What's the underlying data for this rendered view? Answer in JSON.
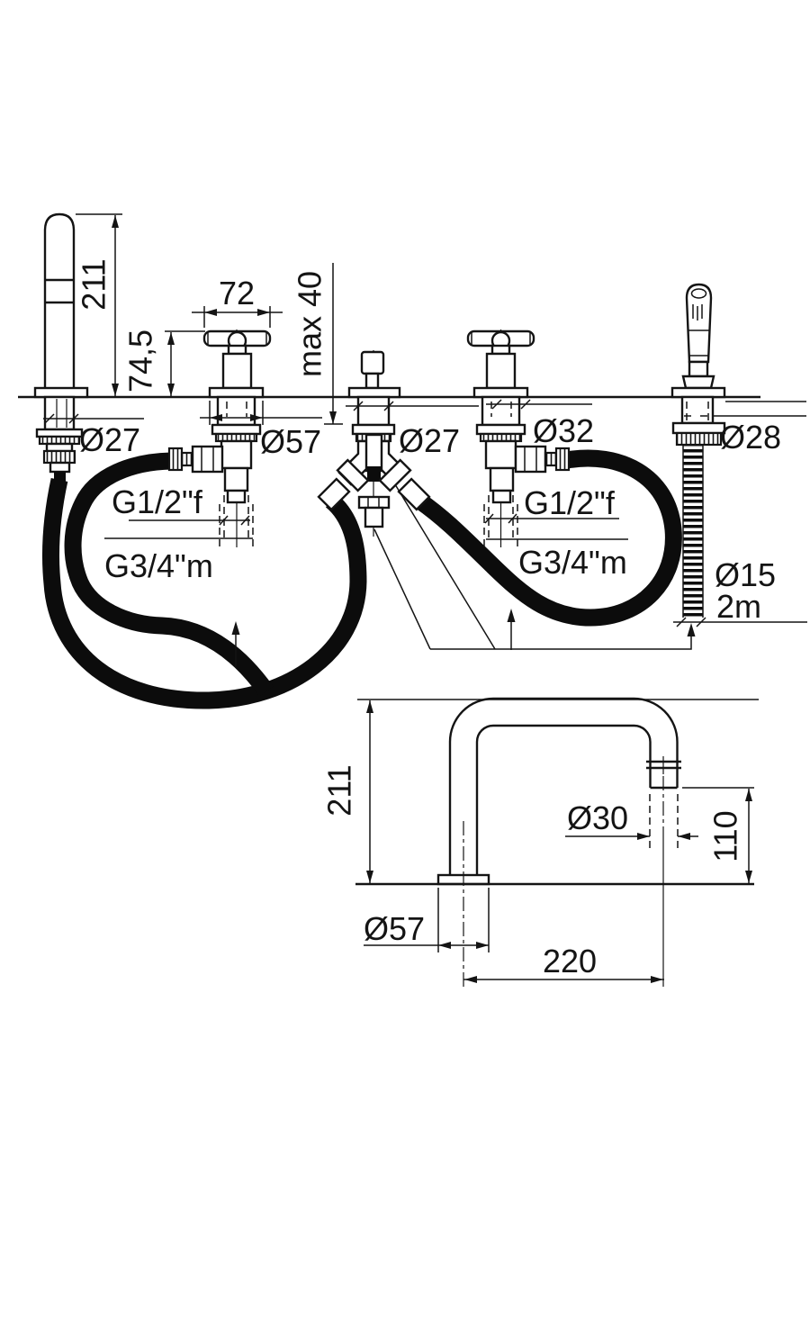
{
  "drawing": {
    "type": "technical-installation-drawing",
    "subject": "5-hole deck-mounted bathtub mixer with handshower and swivel spout",
    "line_color": "#141414",
    "background_color": "#ffffff"
  },
  "front_view": {
    "spout_height": "211",
    "handle_width": "72",
    "handle_height": "74,5",
    "max_deck_thickness": "max 40",
    "spout_shank_dia": "Ø27",
    "left_valve_escutcheon_dia": "Ø57",
    "diverter_dia": "Ø27",
    "right_valve_dia": "Ø32",
    "handshower_dia": "Ø28",
    "left_valve_thread_female": "G1/2\"f",
    "left_valve_thread_male": "G3/4\"m",
    "right_valve_thread_female": "G1/2\"f",
    "right_valve_thread_male": "G3/4\"m",
    "shower_hose_dia": "Ø15",
    "shower_hose_length": "2m"
  },
  "side_view": {
    "spout_height": "211",
    "outlet_dia": "Ø30",
    "outlet_height": "110",
    "base_dia": "Ø57",
    "spout_reach": "220"
  }
}
